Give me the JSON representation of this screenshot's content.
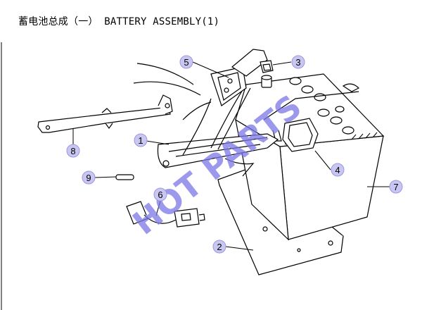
{
  "title": "蓄电池总成（一） BATTERY ASSEMBLY(1)",
  "watermark": "HOT PARTS",
  "colors": {
    "callout_fill": "#c9c7f2",
    "callout_stroke": "#9a97dd",
    "line": "#000000",
    "watermark": "#7b78e6"
  },
  "callouts": [
    {
      "id": "1",
      "label": "1"
    },
    {
      "id": "2",
      "label": "2"
    },
    {
      "id": "3",
      "label": "3"
    },
    {
      "id": "4",
      "label": "4"
    },
    {
      "id": "5",
      "label": "5"
    },
    {
      "id": "6",
      "label": "6"
    },
    {
      "id": "7",
      "label": "7"
    },
    {
      "id": "8",
      "label": "8"
    },
    {
      "id": "9",
      "label": "9"
    }
  ]
}
